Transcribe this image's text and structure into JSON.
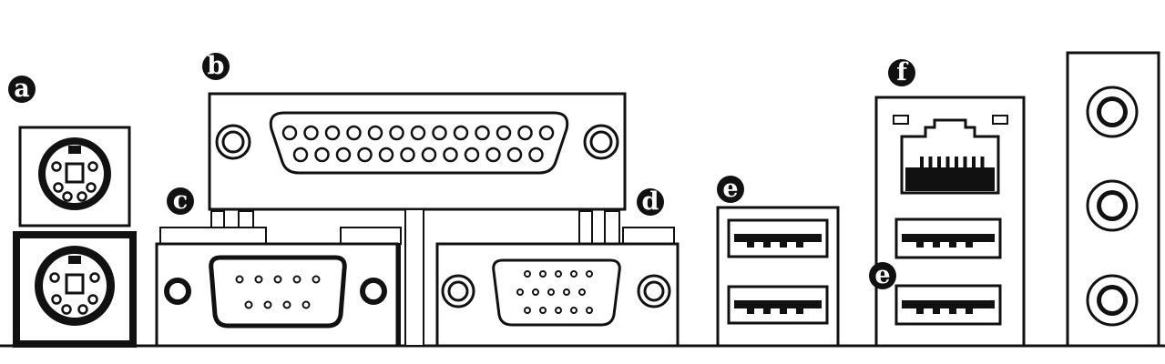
{
  "diagram": {
    "labels": {
      "ps2": "a",
      "parallel": "b",
      "serial": "c",
      "vga": "d",
      "usb": "e",
      "lan": "f",
      "usb_lan": "e"
    }
  }
}
